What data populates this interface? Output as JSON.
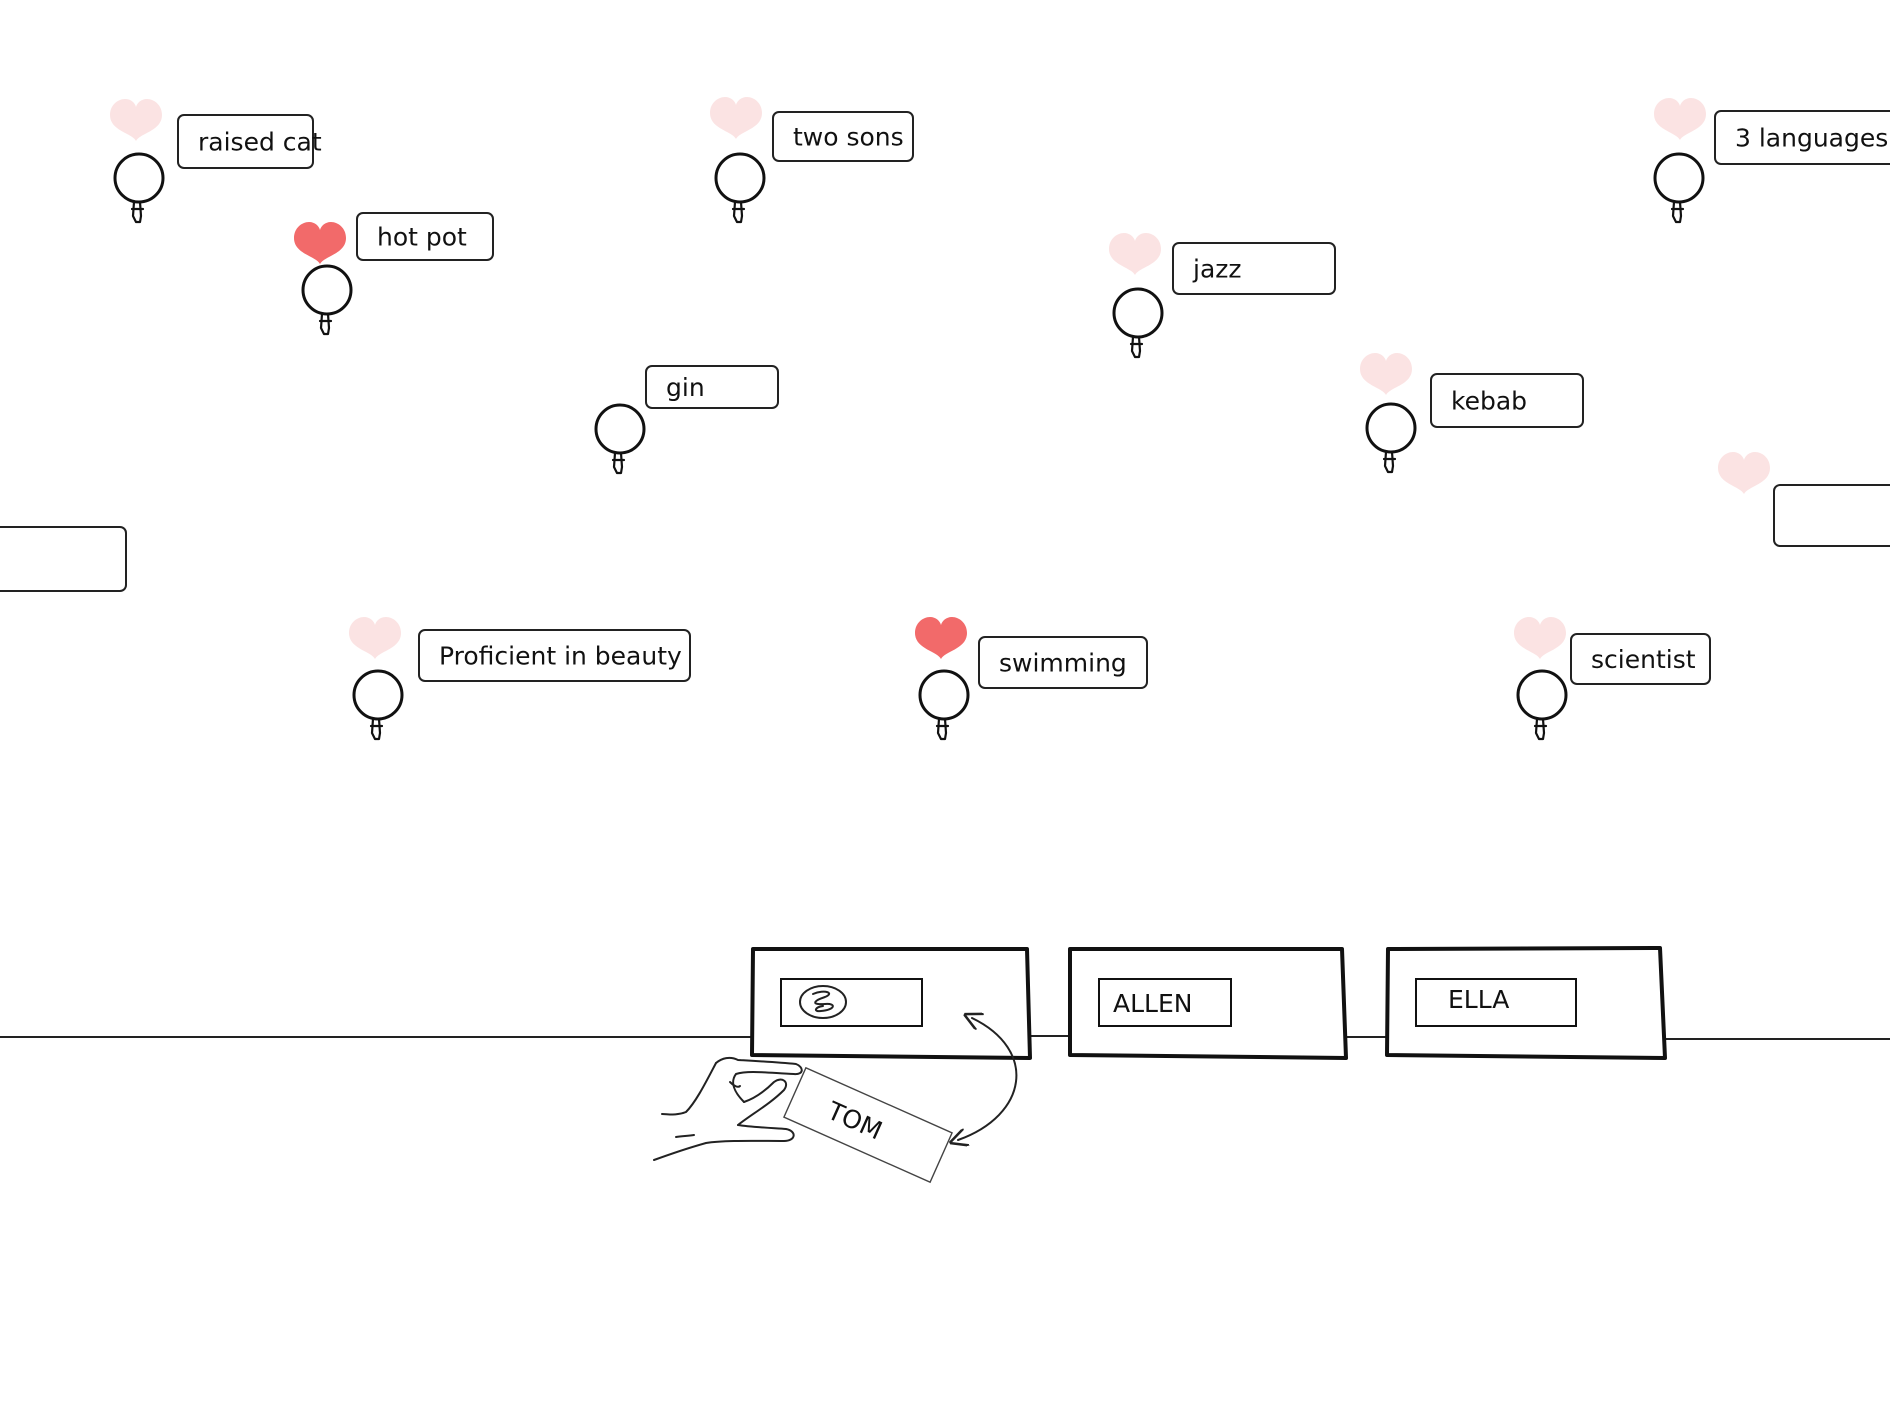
{
  "colors": {
    "heart_active": "#f26a6a",
    "heart_faded": "#fbe3e3",
    "stroke": "#111111"
  },
  "interests": [
    {
      "label": "raised cat",
      "liked": false
    },
    {
      "label": "two sons",
      "liked": false
    },
    {
      "label": "3 languages",
      "liked": false
    },
    {
      "label": "hot pot",
      "liked": true
    },
    {
      "label": "jazz",
      "liked": false
    },
    {
      "label": "gin",
      "liked": null
    },
    {
      "label": "kebab",
      "liked": false
    },
    {
      "label": "",
      "liked": false
    },
    {
      "label": "",
      "liked": null
    },
    {
      "label": "Proficient in beauty",
      "liked": false
    },
    {
      "label": "swimming",
      "liked": true
    },
    {
      "label": "scientist",
      "liked": false
    }
  ],
  "name_slots": [
    {
      "name": "",
      "icon": "scribble-icon"
    },
    {
      "name": "ALLEN",
      "icon": ""
    },
    {
      "name": "ELLA",
      "icon": ""
    }
  ],
  "drag_card": {
    "name": "TOM",
    "icon": "hand-icon"
  }
}
